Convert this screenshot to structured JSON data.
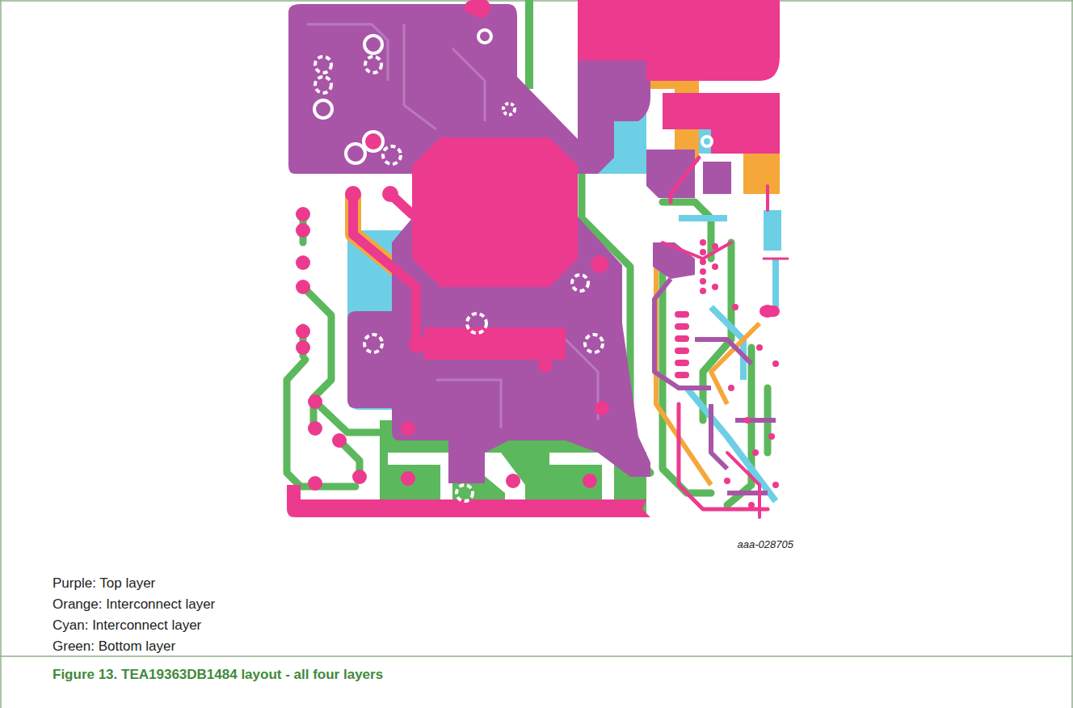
{
  "diagram": {
    "caption": "Figure 13. TEA19363DB1484 layout - all four layers",
    "labels": [
      "aaa-028705"
    ],
    "legend": [
      {
        "text": "Purple: Top layer"
      },
      {
        "text": "Orange: Interconnect layer"
      },
      {
        "text": "Cyan: Interconnect layer"
      },
      {
        "text": "Green: Bottom layer"
      }
    ]
  }
}
